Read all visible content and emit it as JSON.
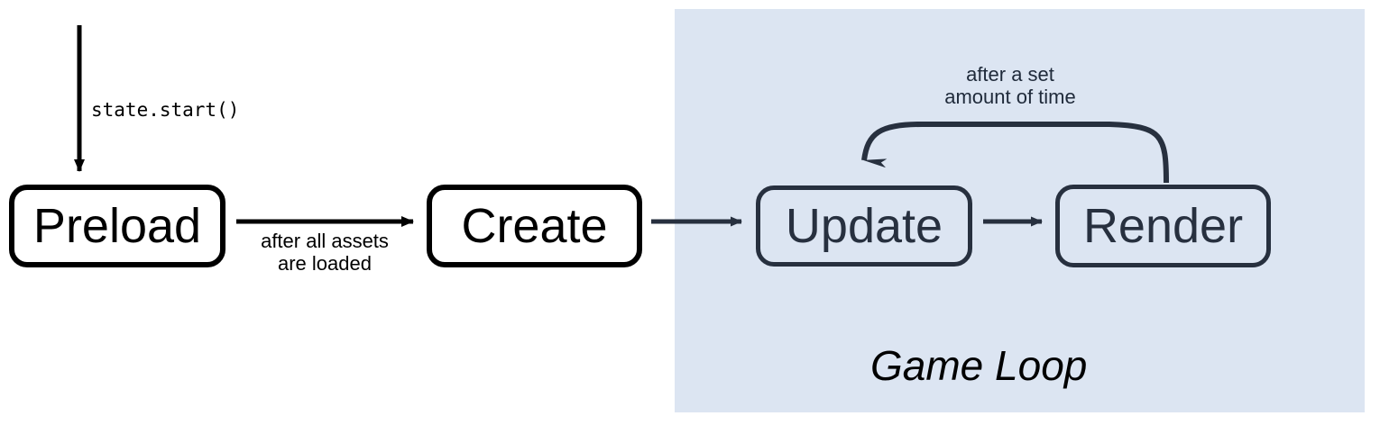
{
  "diagram": {
    "title": "Phaser state lifecycle / game loop flow",
    "background_color": "#ffffff",
    "panel": {
      "label": "Game Loop",
      "fill_color": "#dce5f2"
    },
    "nodes": [
      {
        "id": "preload",
        "label": "Preload",
        "style": "outer",
        "fill": "#ffffff",
        "stroke": "#000000"
      },
      {
        "id": "create",
        "label": "Create",
        "style": "outer",
        "fill": "#ffffff",
        "stroke": "#000000"
      },
      {
        "id": "update",
        "label": "Update",
        "style": "inner",
        "fill": "#dce5f2",
        "stroke": "#27303f"
      },
      {
        "id": "render",
        "label": "Render",
        "style": "inner",
        "fill": "#dce5f2",
        "stroke": "#27303f"
      }
    ],
    "edges": [
      {
        "id": "start",
        "from": "",
        "to": "preload",
        "label": "state.start()"
      },
      {
        "id": "assets",
        "from": "preload",
        "to": "create",
        "label": "after all assets\nare loaded"
      },
      {
        "id": "create-update",
        "from": "create",
        "to": "update",
        "label": ""
      },
      {
        "id": "update-render",
        "from": "update",
        "to": "render",
        "label": ""
      },
      {
        "id": "loop-back",
        "from": "render",
        "to": "update",
        "label": "after a set\namount of time"
      }
    ]
  }
}
